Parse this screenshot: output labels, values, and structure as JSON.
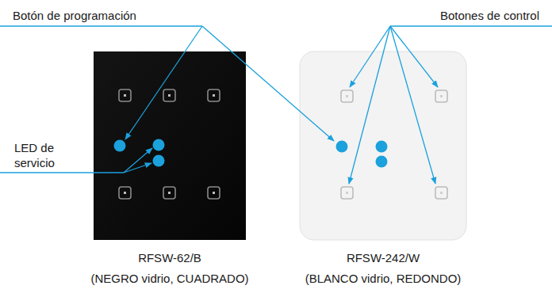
{
  "diagram": {
    "labels": [
      "Botón de programación",
      "Botones de control",
      "LED de servicio",
      "RFSW-62/B",
      "(NEGRO vidrio, CUADRADO)",
      "RFSW-242/W",
      "(BLANCO vidrio, REDONDO)"
    ]
  }
}
